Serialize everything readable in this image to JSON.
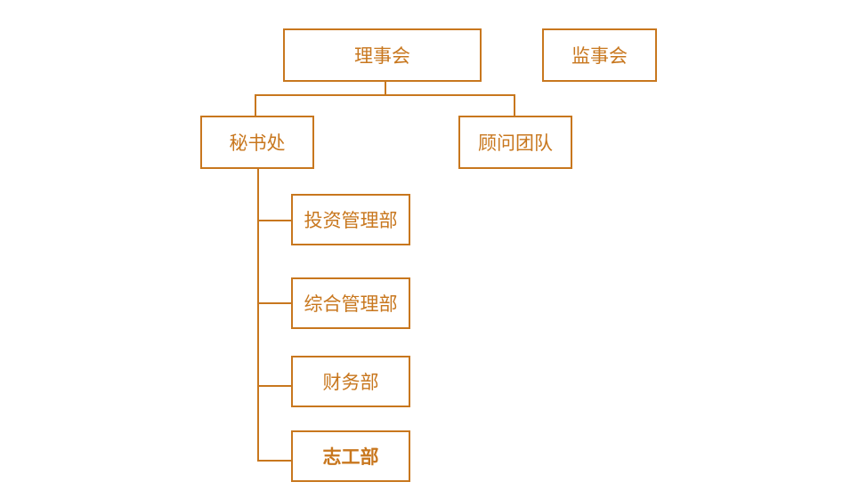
{
  "colors": {
    "stroke": "#c8771e",
    "text": "#c8771e",
    "background": "#ffffff"
  },
  "nodes": {
    "board": "理事会",
    "supervisory": "监事会",
    "secretariat": "秘书处",
    "advisors": "顾问团队",
    "investment": "投资管理部",
    "general": "综合管理部",
    "finance": "财务部",
    "volunteer": "志工部"
  }
}
